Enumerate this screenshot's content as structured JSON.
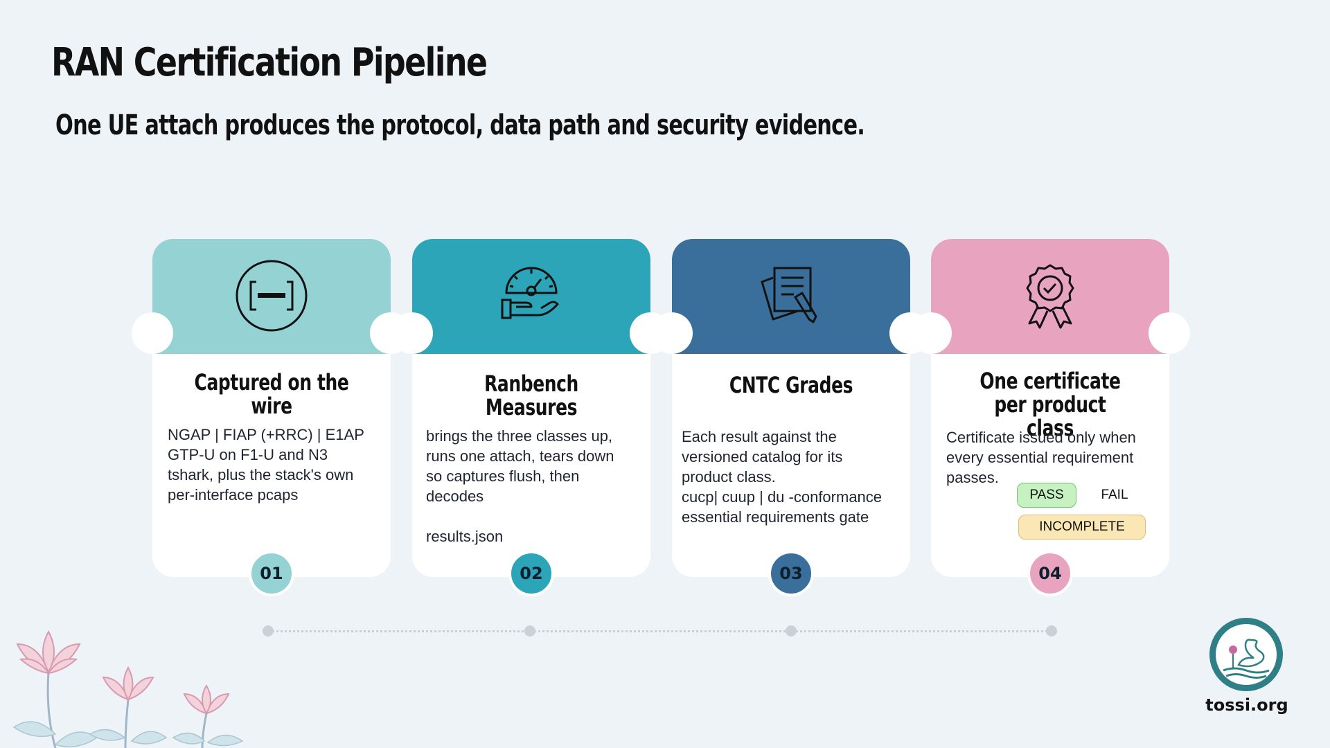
{
  "page": {
    "title": "RAN Certification Pipeline",
    "subtitle": "One UE attach produces the protocol, data path and security evidence."
  },
  "cards": [
    {
      "title": "Captured on the wire",
      "icon": "capture-bracket-icon",
      "color": "#94d2d3",
      "lines": [
        "NGAP |  FIAP  (+RRC) | E1AP",
        "GTP-U on F1-U and N3",
        "tshark, plus the stack's own",
        "per-interface pcaps"
      ],
      "number": "01"
    },
    {
      "title": "Ranbench Measures",
      "icon": "gauge-hand-icon",
      "color": "#2ca5b8",
      "lines": [
        "brings the three classes up,",
        "runs one attach, tears down",
        "so captures flush, then",
        "decodes"
      ],
      "extra": "results.json",
      "number": "02"
    },
    {
      "title": "CNTC Grades",
      "icon": "document-sign-icon",
      "color": "#3a6f9b",
      "lines": [
        "Each result against the",
        "versioned catalog for its",
        "product class.",
        "cucp| cuup | du -conformance",
        "essential requirements gate"
      ],
      "number": "03"
    },
    {
      "title": "One certificate per product class",
      "icon": "award-ribbon-icon",
      "color": "#e8a3bf",
      "lines": [
        "Certificate issued only when",
        "every essential requirement",
        "passes."
      ],
      "number": "04",
      "badges": {
        "pass": "PASS",
        "fail": "FAIL",
        "incomplete": "INCOMPLETE"
      }
    }
  ],
  "footer": {
    "logo_text": "tossi.org",
    "logo_icon": "swan-logo-icon",
    "decoration_icon": "lotus-flowers-icon"
  }
}
